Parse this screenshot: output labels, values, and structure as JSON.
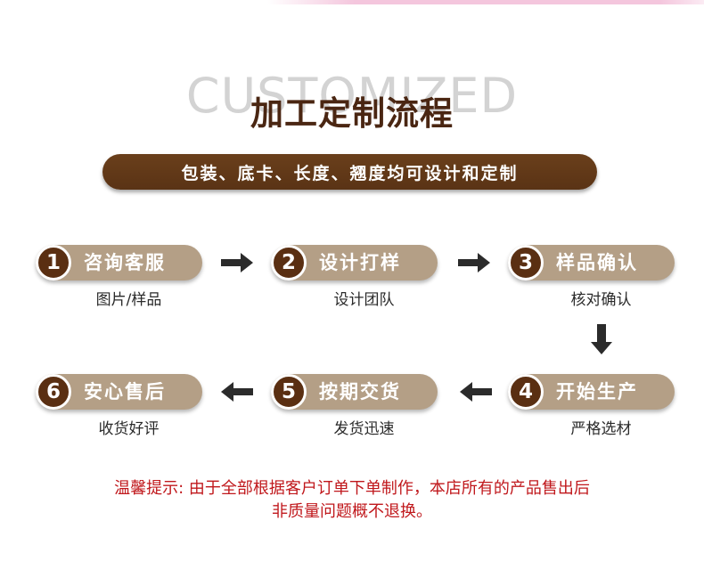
{
  "header": {
    "watermark": "CUSTOMIZED",
    "title": "加工定制流程",
    "subtitle": "包装、底卡、长度、翘度均可设计和定制"
  },
  "steps": [
    {
      "number": "1",
      "title": "咨询客服",
      "sub": "图片/样品"
    },
    {
      "number": "2",
      "title": "设计打样",
      "sub": "设计团队"
    },
    {
      "number": "3",
      "title": "样品确认",
      "sub": "核对确认"
    },
    {
      "number": "4",
      "title": "开始生产",
      "sub": "严格选材"
    },
    {
      "number": "5",
      "title": "按期交货",
      "sub": "发货迅速"
    },
    {
      "number": "6",
      "title": "安心售后",
      "sub": "收货好评"
    }
  ],
  "notice": {
    "line1": "温馨提示: 由于全部根据客户订单下单制作，本店所有的产品售出后",
    "line2": "非质量问题概不退换。"
  },
  "colors": {
    "brown_dark": "#5a2f12",
    "pill_tan": "#b49f86",
    "notice_red": "#c0181c"
  },
  "icons": {
    "arrow_right": "arrow-right-icon",
    "arrow_left": "arrow-left-icon",
    "arrow_down": "arrow-down-icon"
  }
}
